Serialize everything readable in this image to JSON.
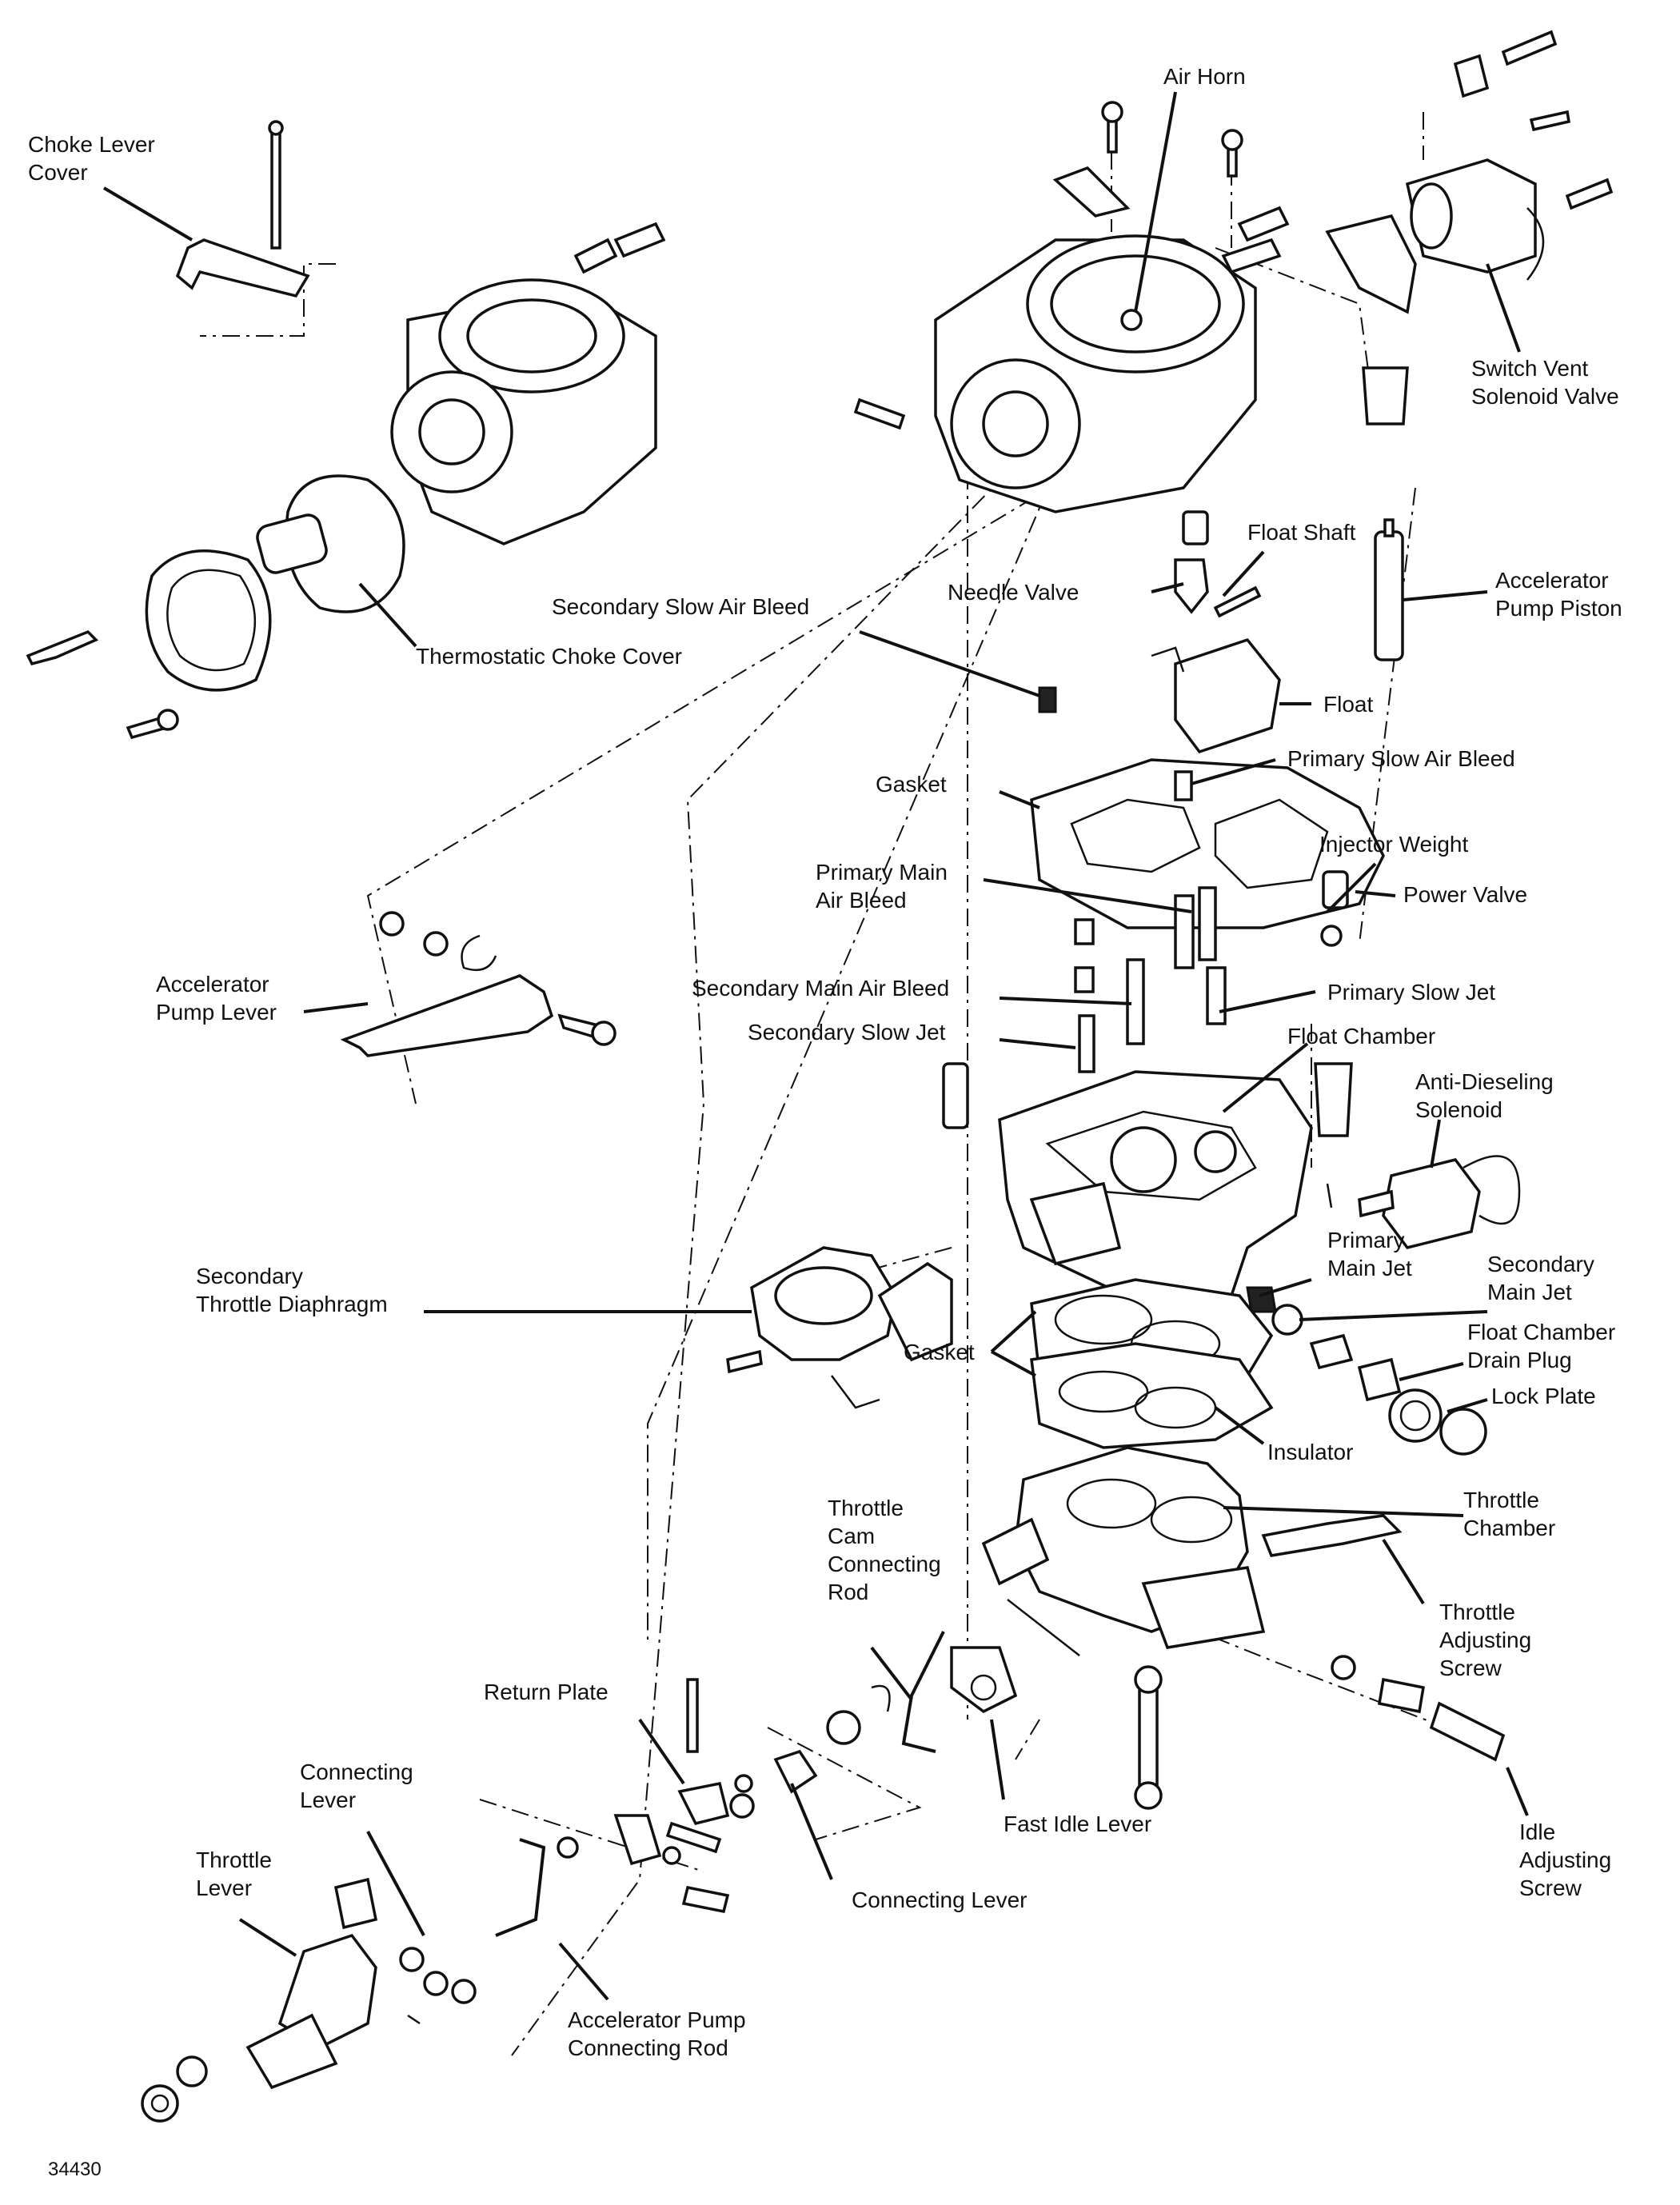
{
  "figure_number": "34430",
  "labels": {
    "choke_lever_cover": [
      "Choke Lever",
      "Cover"
    ],
    "air_horn": "Air Horn",
    "switch_vent_solenoid_valve": [
      "Switch Vent",
      "Solenoid Valve"
    ],
    "thermostatic_choke_cover": "Thermostatic Choke Cover",
    "float_shaft": "Float Shaft",
    "needle_valve": "Needle Valve",
    "secondary_slow_air_bleed": "Secondary Slow Air Bleed",
    "accelerator_pump_piston": [
      "Accelerator",
      "Pump Piston"
    ],
    "float": "Float",
    "gasket_upper": "Gasket",
    "primary_slow_air_bleed": "Primary Slow Air Bleed",
    "injector_weight": "Injector Weight",
    "primary_main_air_bleed": [
      "Primary Main",
      "Air Bleed"
    ],
    "power_valve": "Power Valve",
    "accelerator_pump_lever": [
      "Accelerator",
      "Pump Lever"
    ],
    "secondary_main_air_bleed": "Secondary Main Air Bleed",
    "primary_slow_jet": "Primary Slow Jet",
    "secondary_slow_jet": "Secondary Slow Jet",
    "float_chamber": "Float Chamber",
    "anti_dieseling_solenoid": [
      "Anti-Dieseling",
      "Solenoid"
    ],
    "secondary_throttle_diaphragm": [
      "Secondary",
      "Throttle Diaphragm"
    ],
    "primary_main_jet": [
      "Primary",
      "Main Jet"
    ],
    "secondary_main_jet": [
      "Secondary",
      "Main Jet"
    ],
    "float_chamber_drain_plug": [
      "Float Chamber",
      "Drain Plug"
    ],
    "gasket_lower": "Gasket",
    "lock_plate": "Lock Plate",
    "insulator": "Insulator",
    "throttle_chamber": [
      "Throttle",
      "Chamber"
    ],
    "throttle_cam_connecting_rod": [
      "Throttle",
      "Cam",
      "Connecting",
      "Rod"
    ],
    "throttle_adjusting_screw": [
      "Throttle",
      "Adjusting",
      "Screw"
    ],
    "return_plate": "Return Plate",
    "connecting_lever_upper": [
      "Connecting",
      "Lever"
    ],
    "fast_idle_lever": "Fast Idle Lever",
    "idle_adjusting_screw": [
      "Idle",
      "Adjusting",
      "Screw"
    ],
    "throttle_lever": [
      "Throttle",
      "Lever"
    ],
    "connecting_lever_lower": "Connecting Lever",
    "accelerator_pump_connecting_rod": [
      "Accelerator Pump",
      "Connecting Rod"
    ]
  }
}
